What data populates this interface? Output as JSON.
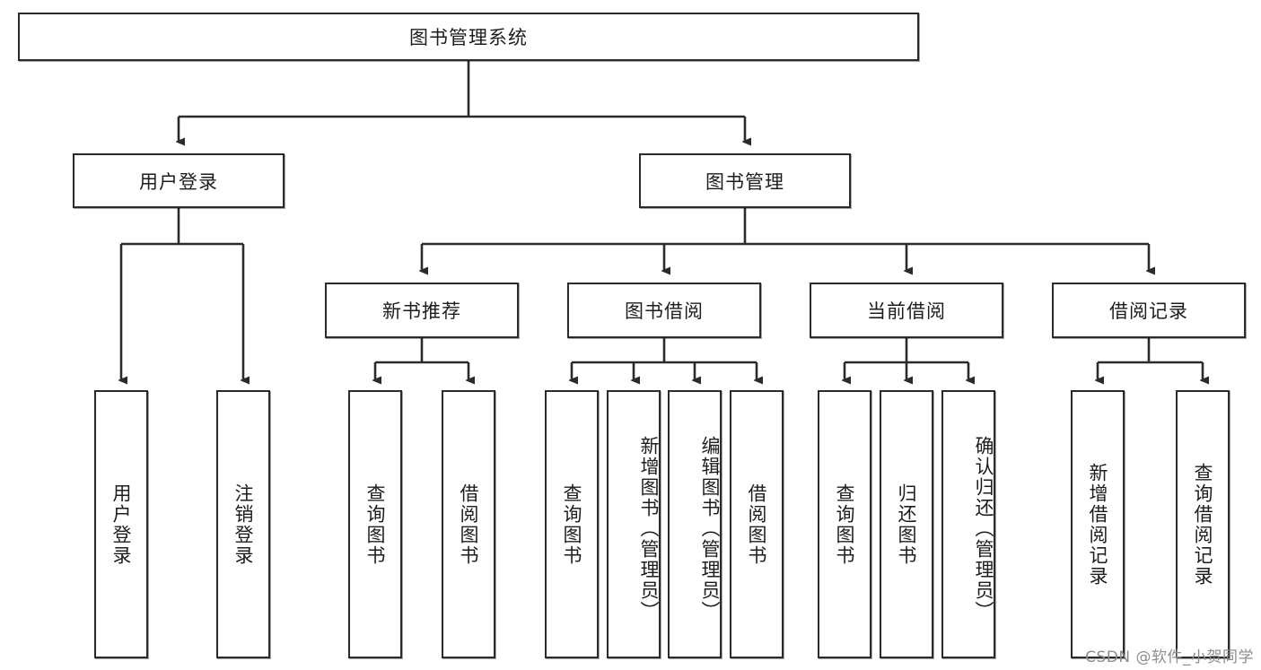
{
  "diagram": {
    "title": "图书管理系统",
    "type": "tree-hierarchy-chart",
    "watermark": "CSDN @软件_小贺同学",
    "colors": {
      "box_border": "#2b2b2b",
      "box_fill": "#ffffff",
      "connector": "#2b2b2b",
      "text": "#1d1d1d",
      "watermark": "#8d8d8d",
      "background": "#ffffff"
    },
    "root": {
      "label": "图书管理系统"
    },
    "level1": [
      {
        "label": "用户登录"
      },
      {
        "label": "图书管理"
      }
    ],
    "level2": [
      {
        "label": "新书推荐"
      },
      {
        "label": "图书借阅"
      },
      {
        "label": "当前借阅"
      },
      {
        "label": "借阅记录"
      }
    ],
    "leaves": {
      "user_login": [
        {
          "label": "用户登录"
        },
        {
          "label": "注销登录"
        }
      ],
      "new_book_recommend": [
        {
          "label": "查询图书"
        },
        {
          "label": "借阅图书"
        }
      ],
      "book_borrow": [
        {
          "label": "查询图书"
        },
        {
          "label": "新增图书（管理员）"
        },
        {
          "label": "编辑图书（管理员）"
        },
        {
          "label": "借阅图书"
        }
      ],
      "current_borrow": [
        {
          "label": "查询图书"
        },
        {
          "label": "归还图书"
        },
        {
          "label": "确认归还（管理员）"
        }
      ],
      "borrow_record": [
        {
          "label": "新增借阅记录"
        },
        {
          "label": "查询借阅记录"
        }
      ]
    }
  }
}
